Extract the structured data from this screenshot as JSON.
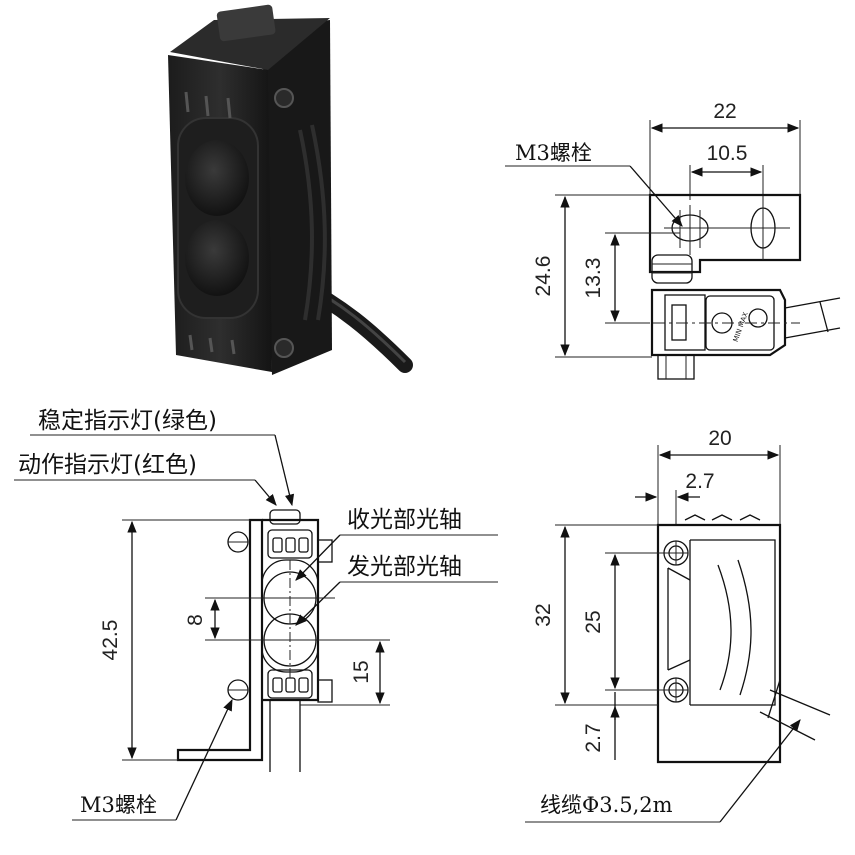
{
  "labels": {
    "m3_bolt_top": "M3螺栓",
    "stable_indicator": "稳定指示灯(绿色)",
    "operation_indicator": "动作指示灯(红色)",
    "receiver_axis": "收光部光轴",
    "emitter_axis": "发光部光轴",
    "m3_bolt_bottom": "M3螺栓",
    "cable": "线缆Φ3.5,2m",
    "knob_marks": "MIN MAX"
  },
  "dimensions": {
    "top_width": "22",
    "top_hole_spacing": "10.5",
    "top_height": "24.6",
    "top_hole_height": "13.3",
    "front_height": "42.5",
    "front_axis_spacing": "8",
    "front_axis_height": "15",
    "side_width": "20",
    "side_offset": "2.7",
    "side_height": "32",
    "side_hole_spacing": "25",
    "side_bottom_offset": "2.7"
  }
}
